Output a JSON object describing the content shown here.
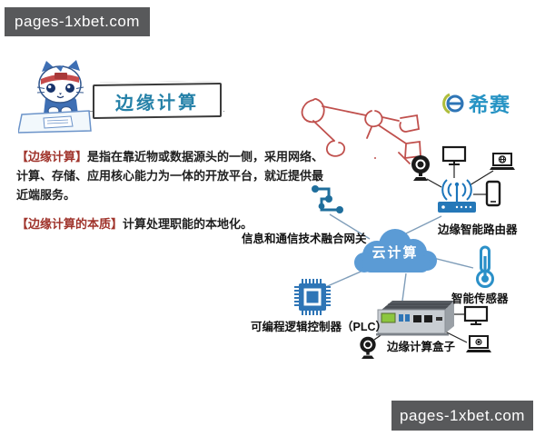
{
  "watermark": {
    "text": "pages-1xbet.com"
  },
  "header": {
    "title": "边缘计算",
    "brand": "希赛",
    "brand_icon": "xisai-e-logo"
  },
  "definitions": [
    {
      "term": "【边缘计算】",
      "text": "是指在靠近物或数据源头的一侧，采用网络、计算、存储、应用核心能力为一体的开放平台，就近提供最近端服务。"
    },
    {
      "term": "【边缘计算的本质】",
      "text": "计算处理职能的本地化。"
    }
  ],
  "diagram": {
    "cloud_label": "云计算",
    "nodes": [
      {
        "id": "gateway",
        "label": "信息和通信技术融合网关",
        "icon": "waypoints-route-icon"
      },
      {
        "id": "router",
        "label": "边缘智能路由器",
        "icon": "wifi-router-icon"
      },
      {
        "id": "sensor",
        "label": "智能传感器",
        "icon": "thermometer-icon"
      },
      {
        "id": "plc",
        "label": "可编程逻辑控制器（PLC）",
        "icon": "microchip-icon"
      },
      {
        "id": "box",
        "label": "边缘计算盒子",
        "icon": "industrial-pc-photo"
      }
    ],
    "peripherals": [
      "webcam",
      "monitor",
      "laptop",
      "smartphone",
      "webcam",
      "monitor",
      "laptop"
    ]
  },
  "colors": {
    "watermark_bg": "#58595b",
    "title_teal": "#2581a8",
    "brand_teal": "#2693c4",
    "term_red": "#a0342c",
    "sketch_red": "#c0504d",
    "cloud_blue": "#5b9bd5",
    "icon_blue": "#2577b5",
    "gateway_blue": "#1f6e9c",
    "line_gray": "#7f9db9"
  }
}
